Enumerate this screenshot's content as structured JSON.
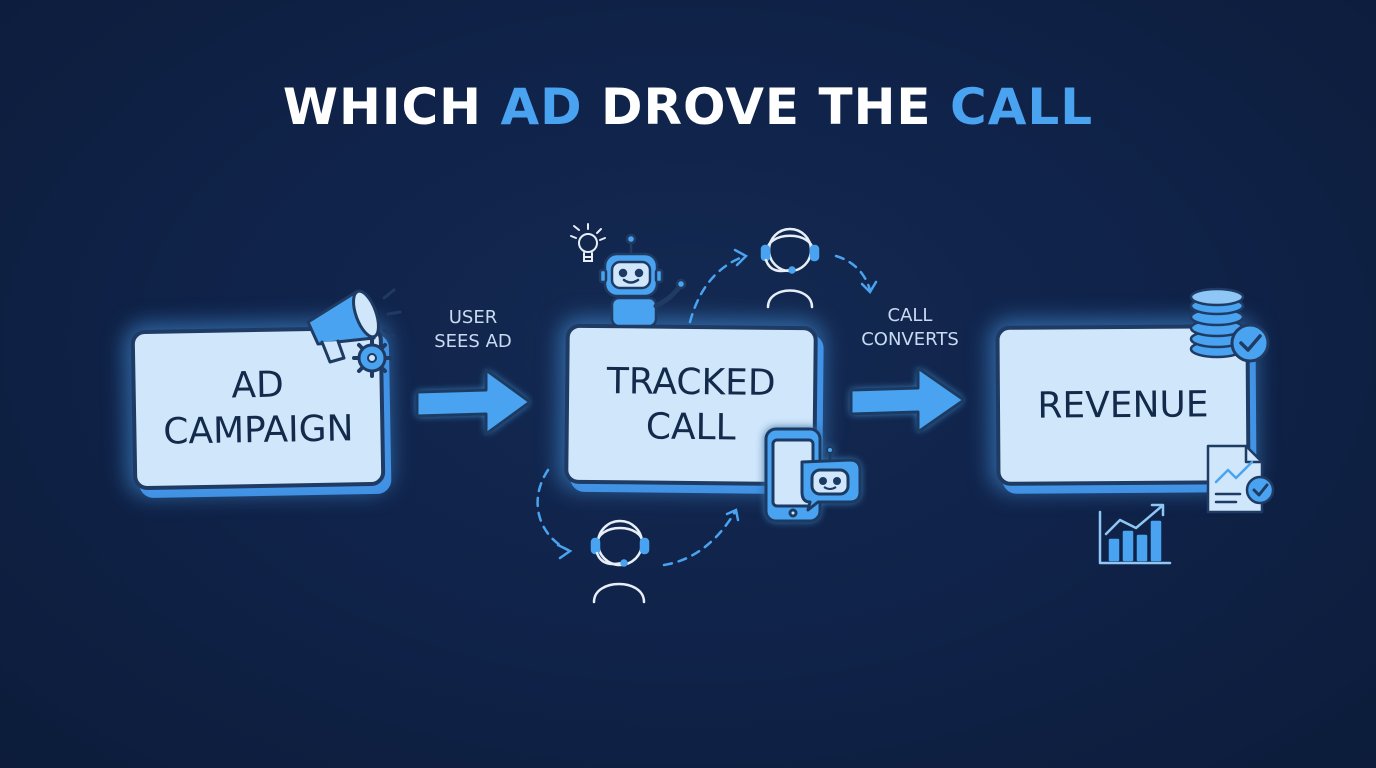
{
  "title": {
    "part1": "WHICH ",
    "part2": "AD",
    "part3": " DROVE THE ",
    "part4": "CALL"
  },
  "nodes": [
    {
      "label": "AD\nCAMPAIGN"
    },
    {
      "label": "TRACKED\nCALL"
    },
    {
      "label": "REVENUE"
    }
  ],
  "steps": [
    {
      "label": "USER\nSEES AD"
    },
    {
      "label": "CALL\nCONVERTS"
    }
  ],
  "colors": {
    "background": "#0f2142",
    "accent": "#4aa3f0",
    "box_fill": "#cfe6fb",
    "box_outline": "#1f3b63",
    "text_dark": "#132a4a"
  },
  "icons": [
    "megaphone-icon",
    "gear-icon",
    "lightbulb-icon",
    "robot-icon",
    "headset-agent-icon",
    "smartphone-chatbot-icon",
    "coin-stack-icon",
    "checkmark-badge-icon",
    "report-document-icon",
    "bar-chart-trend-icon"
  ]
}
